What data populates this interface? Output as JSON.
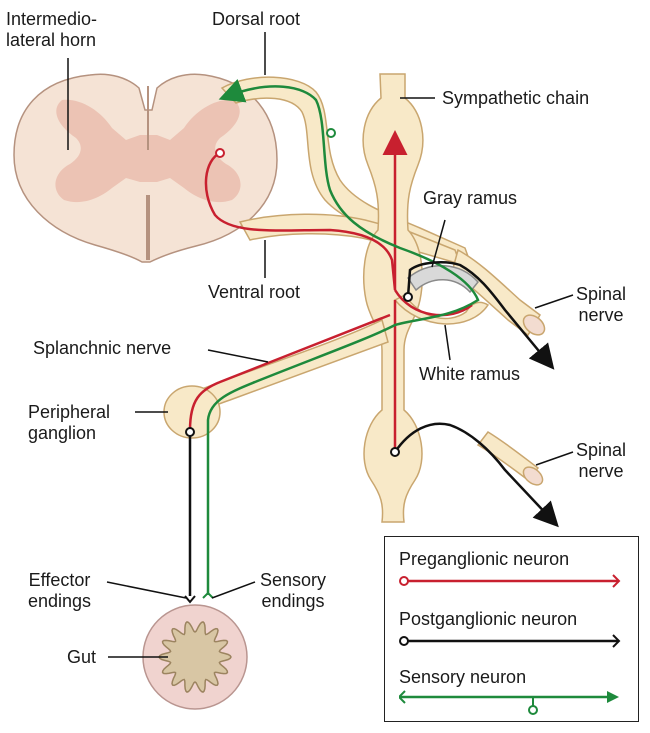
{
  "labels": {
    "intermediolateral_horn": [
      "Intermedio-",
      "lateral horn"
    ],
    "dorsal_root": "Dorsal root",
    "sympathetic_chain": "Sympathetic chain",
    "gray_ramus": "Gray ramus",
    "ventral_root": "Ventral root",
    "spinal_nerve_upper": [
      "Spinal",
      "nerve"
    ],
    "splanchnic_nerve": "Splanchnic nerve",
    "white_ramus": "White ramus",
    "peripheral_ganglion": [
      "Peripheral",
      "ganglion"
    ],
    "spinal_nerve_lower": [
      "Spinal",
      "nerve"
    ],
    "effector_endings": [
      "Effector",
      "endings"
    ],
    "sensory_endings": [
      "Sensory",
      "endings"
    ],
    "gut": "Gut"
  },
  "legend": {
    "preganglionic": "Preganglionic neuron",
    "postganglionic": "Postganglionic neuron",
    "sensory": "Sensory neuron"
  },
  "colors": {
    "preganglionic": "#c8202f",
    "postganglionic": "#111111",
    "sensory": "#1e8a3c",
    "nerve_fill": "#f8e9c8",
    "cord_white": "#f5e3d5",
    "cord_gray": "#ecc3b4",
    "gut_outer": "#f0d3cf",
    "gut_inner": "#d8c6a4"
  }
}
